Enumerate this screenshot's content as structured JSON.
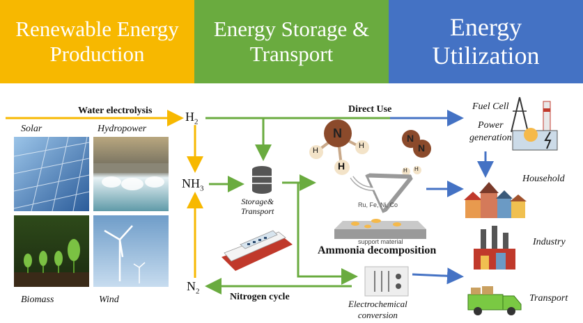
{
  "headers": {
    "production": [
      "Renewable Energy",
      "Production"
    ],
    "storage": [
      "Energy Storage &",
      "Transport"
    ],
    "utilization": [
      "Energy",
      "Utilization"
    ]
  },
  "sources": {
    "solar": "Solar",
    "hydropower": "Hydropower",
    "biomass": "Biomass",
    "wind": "Wind"
  },
  "chemicals": {
    "h2": {
      "base": "H",
      "sub": "2"
    },
    "nh3": {
      "base": "NH",
      "sub": "3"
    },
    "n2": {
      "base": "N",
      "sub": "2"
    }
  },
  "processes": {
    "water_electrolysis": "Water electrolysis",
    "direct_use": "Direct Use",
    "storage_transport": [
      "Storage&",
      "Transport"
    ],
    "nitrogen_cycle": "Nitrogen cycle",
    "ammonia_decomposition": "Ammonia decomposition",
    "catalyst_metals": "Ru, Fe, Ni, Co",
    "support_material": "support material",
    "electrochemical": [
      "Electrochemical",
      "conversion"
    ]
  },
  "molecule_atoms": {
    "h": "H",
    "n": "N"
  },
  "utilization": {
    "fuel_cell": "Fuel Cell",
    "power_generation": [
      "Power",
      "generation"
    ],
    "household": "Household",
    "industry": "Industry",
    "transport": "Transport"
  },
  "colors": {
    "production": "#f7b800",
    "storage": "#6aab3f",
    "utilization": "#4472c4",
    "atom_n": "#8b4a2b",
    "atom_h": "#f3e3c8"
  }
}
